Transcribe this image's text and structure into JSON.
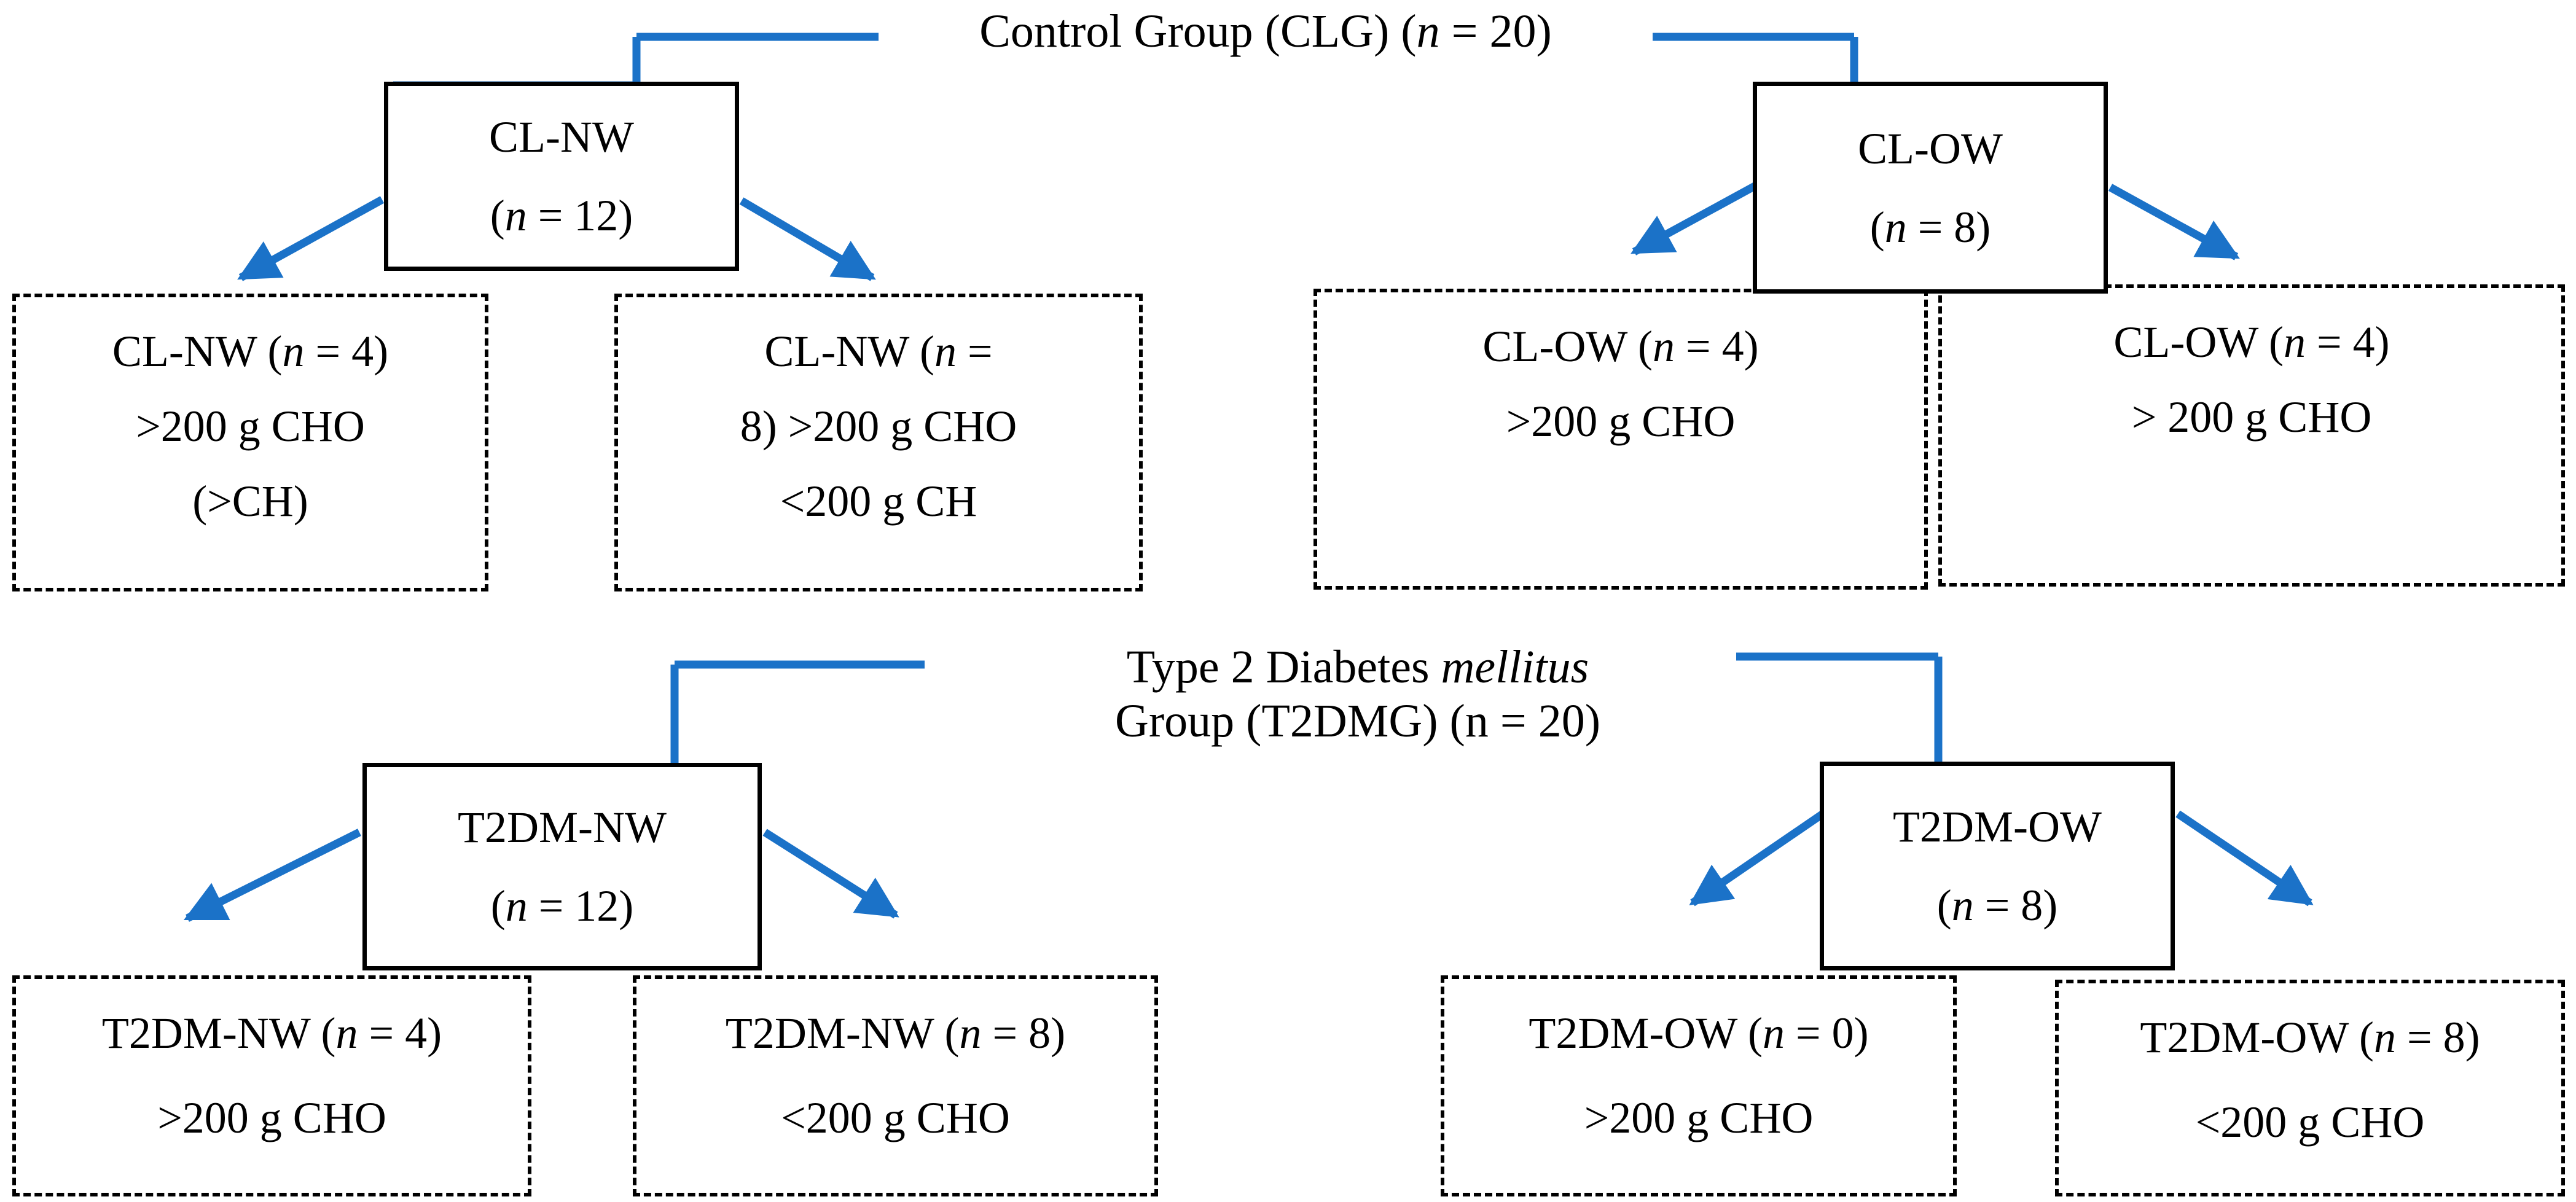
{
  "diagram": {
    "title_top": {
      "prefix": "Control Group (CLG) (",
      "italic": "n",
      "suffix": " = 20)"
    },
    "title_bottom": {
      "line1_prefix": "Type 2 Diabetes ",
      "line1_italic": "mellitus",
      "line2": "Group (T2DMG) (n = 20)"
    },
    "nodes": {
      "cl_nw": {
        "label": "CL-NW",
        "n_open": "(",
        "n_italic": "n",
        "n_close": " = 12)"
      },
      "cl_ow": {
        "label": "CL-OW",
        "n_open": "(",
        "n_italic": "n",
        "n_close": " = 8)"
      },
      "t2dm_nw": {
        "label": "T2DM-NW",
        "n_open": "(",
        "n_italic": "n",
        "n_close": " = 12)"
      },
      "t2dm_ow": {
        "label": "T2DM-OW",
        "n_open": "(",
        "n_italic": "n",
        "n_close": " = 8)"
      }
    },
    "leaves": {
      "clnw_a": {
        "l1_pre": "CL-NW (",
        "l1_it": "n",
        "l1_post": " = 4)",
        "l2": ">200 g CHO",
        "l3": "(>CH)"
      },
      "clnw_b": {
        "l1_pre": "CL-NW (",
        "l1_it": "n",
        "l1_post": " =",
        "l2": "8) >200 g CHO",
        "l3": "<200 g CH"
      },
      "clow_a": {
        "l1_pre": "CL-OW (",
        "l1_it": "n",
        "l1_post": " = 4)",
        "l2": ">200 g CHO",
        "l3": ""
      },
      "clow_b": {
        "l1_pre": "CL-OW (",
        "l1_it": "n",
        "l1_post": " = 4)",
        "l2": "> 200 g CHO",
        "l3": ""
      },
      "t2dmnw_a": {
        "l1_pre": "T2DM-NW (",
        "l1_it": "n",
        "l1_post": " = 4)",
        "l2": ">200 g CHO"
      },
      "t2dmnw_b": {
        "l1_pre": "T2DM-NW (",
        "l1_it": "n",
        "l1_post": " = 8)",
        "l2": "<200 g CHO"
      },
      "t2dmow_a": {
        "l1_pre": "T2DM-OW (",
        "l1_it": "n",
        "l1_post": " = 0)",
        "l2": ">200 g CHO"
      },
      "t2dmow_b": {
        "l1_pre": "T2DM-OW (",
        "l1_it": "n",
        "l1_post": " = 8)",
        "l2": "<200 g CHO"
      }
    },
    "colors": {
      "connector_blue": "#1B72C8",
      "box_black": "#000000",
      "background": "#FFFFFF"
    }
  }
}
